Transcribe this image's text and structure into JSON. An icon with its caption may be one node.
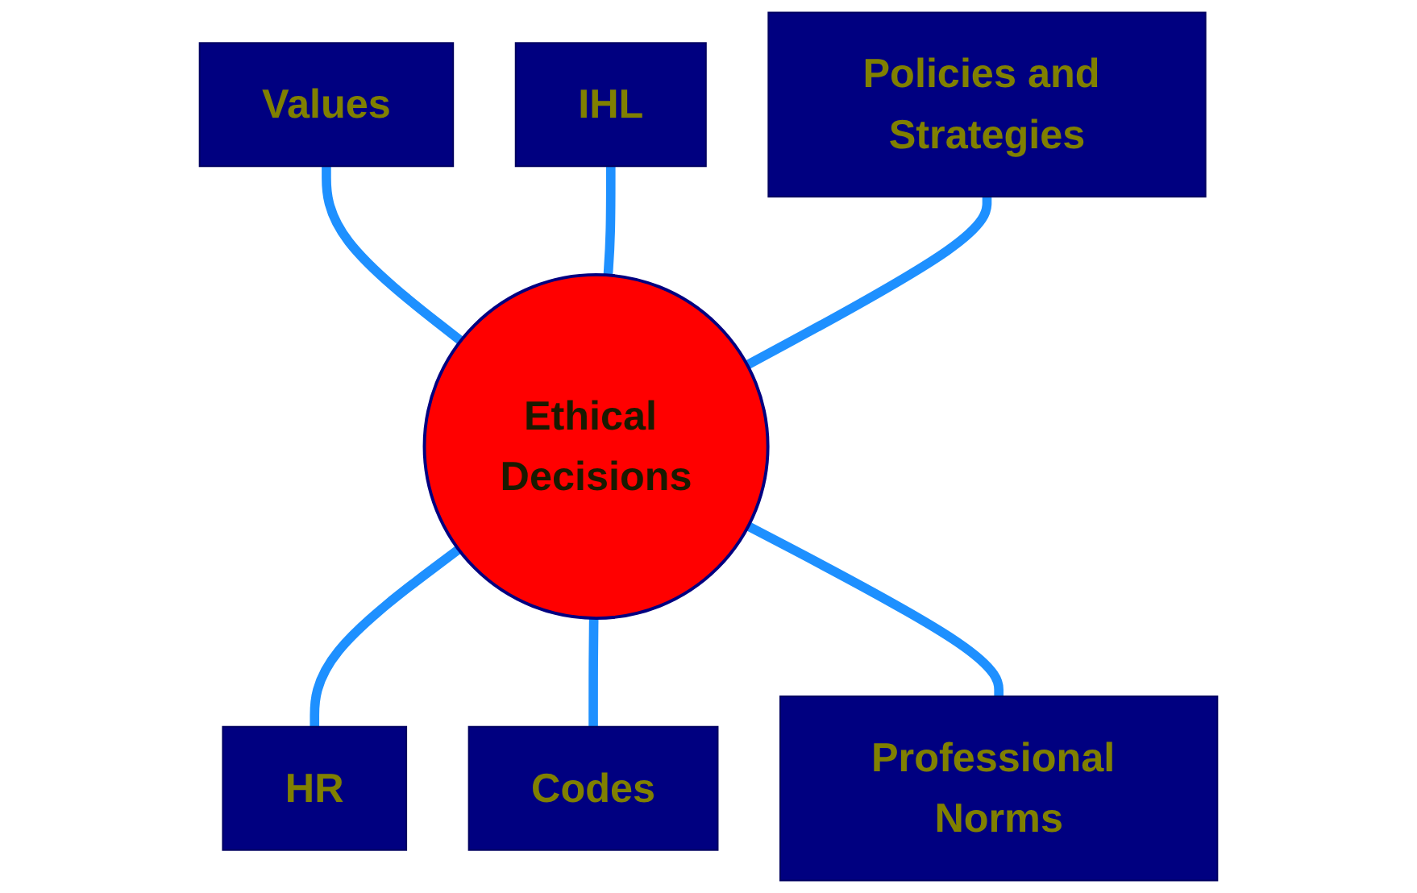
{
  "diagram": {
    "nodes": [
      {
        "text": [
          "Ethical Decisions"
        ]
      },
      {
        "text": [
          "Values"
        ]
      },
      {
        "text": [
          "IHL"
        ]
      },
      {
        "text": [
          "Policies and Strategies"
        ]
      },
      {
        "text": [
          "HR"
        ]
      },
      {
        "text": [
          "Codes"
        ]
      },
      {
        "text": [
          "Professional Norms"
        ]
      }
    ],
    "edges": [
      {
        "from": 1,
        "to": 0,
        "arrow": "none"
      },
      {
        "from": 2,
        "to": 0,
        "arrow": "none"
      },
      {
        "from": 3,
        "to": 0,
        "arrow": "none"
      },
      {
        "from": 0,
        "to": 4,
        "arrow": "none"
      },
      {
        "from": 0,
        "to": 5,
        "arrow": "none"
      },
      {
        "from": 0,
        "to": 6,
        "arrow": "none"
      }
    ]
  }
}
